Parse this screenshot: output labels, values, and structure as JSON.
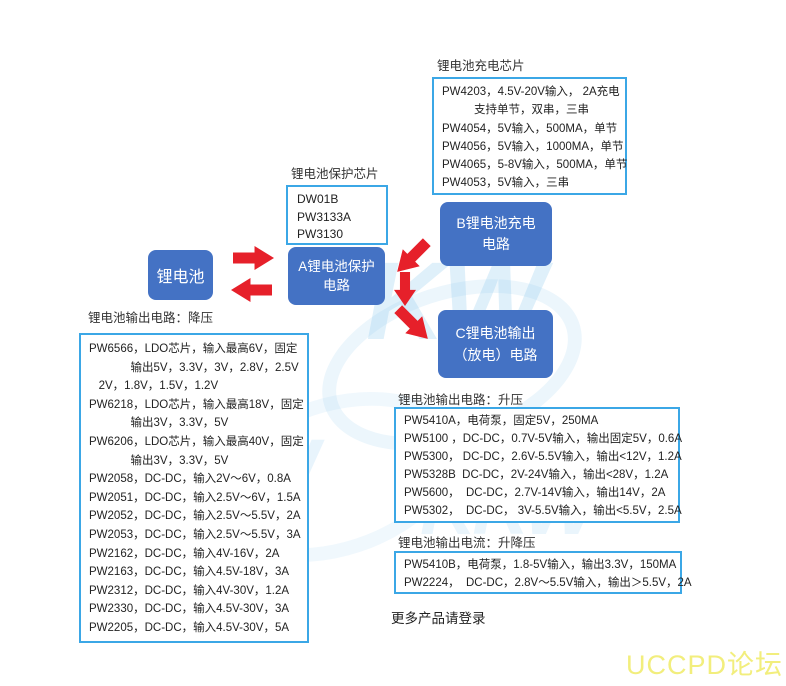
{
  "charge_section": {
    "title": "锂电池充电芯片",
    "lines": [
      "PW4203，4.5V-20V输入， 2A充电",
      "          支持单节，双串，三串",
      "PW4054，5V输入，500MA，单节",
      "PW4056，5V输入，1000MA，单节",
      "PW4065，5-8V输入，500MA，单节",
      "PW4053，5V输入，三串"
    ]
  },
  "protect_section": {
    "title": "锂电池保护芯片",
    "lines": [
      "DW01B",
      "PW3133A",
      "PW3130"
    ]
  },
  "flow": {
    "battery_label": "锂电池",
    "protect_line1": "A锂电池保护",
    "protect_line2": "电路",
    "charge_line1": "B锂电池充电",
    "charge_line2": "电路",
    "output_line1": "C锂电池输出",
    "output_line2": "（放电）电路"
  },
  "buck_section": {
    "title": "锂电池输出电路：降压",
    "lines": [
      "PW6566，LDO芯片，输入最高6V，固定",
      "             输出5V，3.3V，3V，2.8V，2.5V",
      "   2V，1.8V，1.5V，1.2V",
      "PW6218，LDO芯片，输入最高18V，固定",
      "             输出3V，3.3V，5V",
      "PW6206，LDO芯片，输入最高40V，固定",
      "             输出3V，3.3V，5V",
      "PW2058，DC-DC，输入2V～6V，0.8A",
      "PW2051，DC-DC，输入2.5V～6V，1.5A",
      "PW2052，DC-DC，输入2.5V～5.5V，2A",
      "PW2053，DC-DC，输入2.5V～5.5V，3A",
      "PW2162，DC-DC，输入4V-16V，2A",
      "PW2163，DC-DC，输入4.5V-18V，3A",
      "PW2312，DC-DC，输入4V-30V，1.2A",
      "PW2330，DC-DC，输入4.5V-30V，3A",
      "PW2205，DC-DC，输入4.5V-30V，5A"
    ]
  },
  "boost_section": {
    "title": "锂电池输出电路：升压",
    "lines": [
      "PW5410A，电荷泵，固定5V，250MA",
      "PW5100 ，DC-DC，0.7V-5V输入，输出固定5V，0.6A",
      "PW5300， DC-DC，2.6V-5.5V输入，输出<12V，1.2A",
      "PW5328B  DC-DC，2V-24V输入，输出<28V，1.2A",
      "PW5600，  DC-DC，2.7V-14V输入，输出14V，2A",
      "PW5302，  DC-DC， 3V-5.5V输入，输出<5.5V，2.5A"
    ]
  },
  "buckboost_section": {
    "title": "锂电池输出电流：升降压",
    "lines": [
      "PW5410B，电荷泵，1.8-5V输入，输出3.3V，150MA",
      "PW2224，  DC-DC，2.8V～5.5V输入，输出＞5.5V，2A"
    ]
  },
  "footer": {
    "more_products": "更多产品请登录",
    "forum_watermark": "UCCPD论坛"
  },
  "watermark": {
    "letters_center": "KW",
    "letters_side": "KRW"
  },
  "colors": {
    "flow_box_fill": "#4472C4",
    "list_border": "#3BA7E6",
    "arrow_red": "#E6202A",
    "forum_yellow": "#F2EE7D"
  }
}
